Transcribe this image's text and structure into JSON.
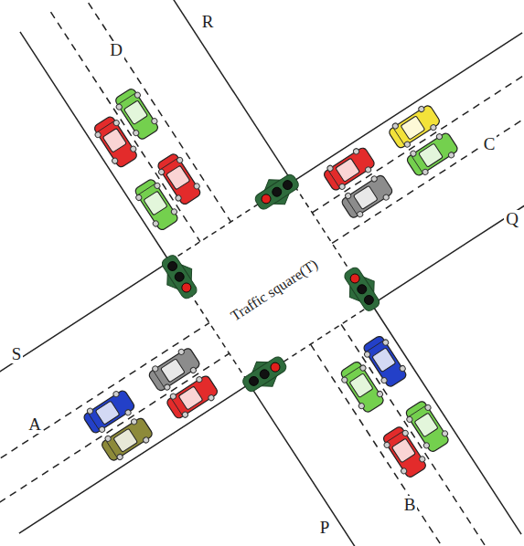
{
  "diagram": {
    "labels": [
      "D",
      "R",
      "C",
      "Q",
      "S",
      "A",
      "B",
      "P",
      "Traffic square(T)"
    ]
  }
}
